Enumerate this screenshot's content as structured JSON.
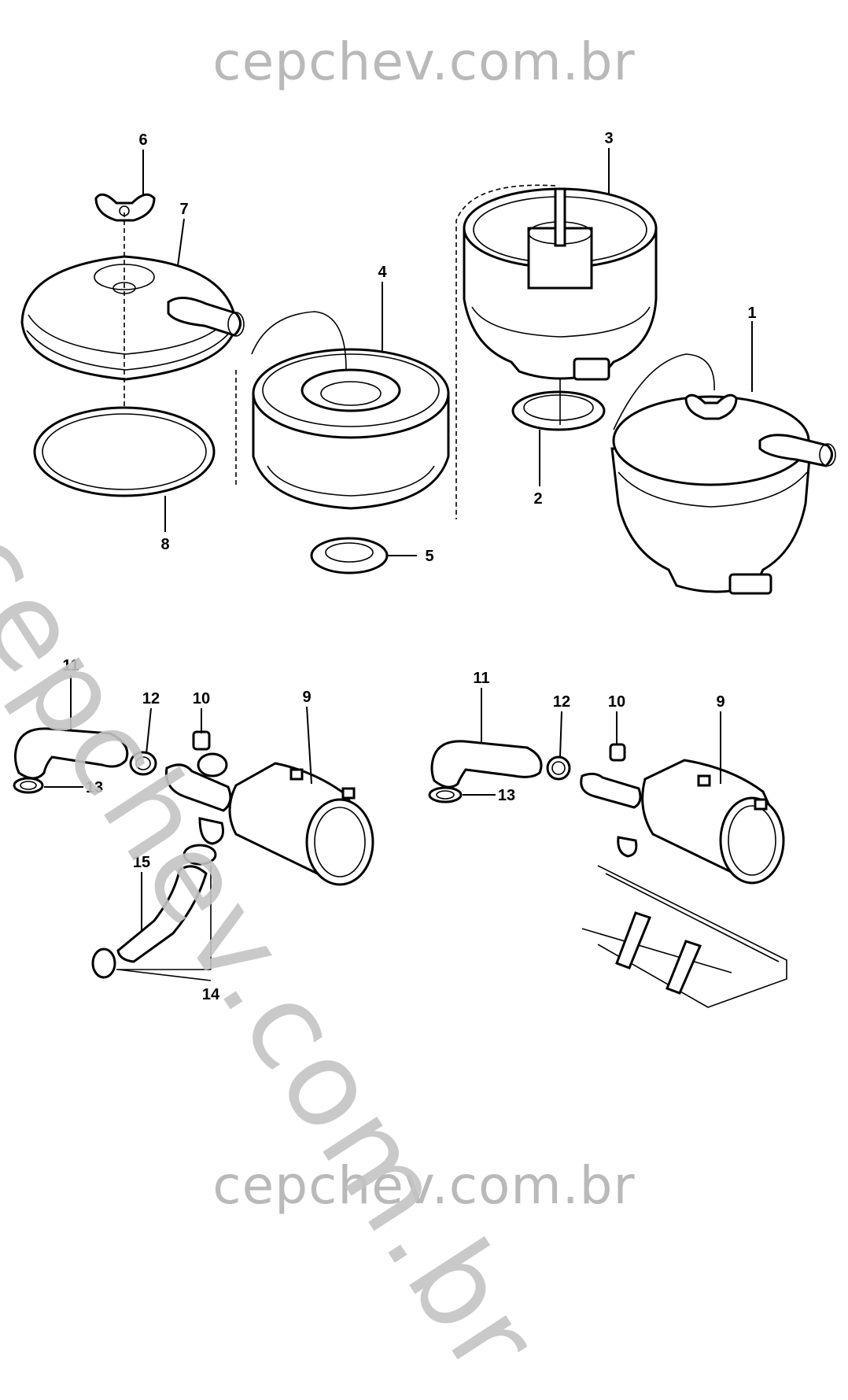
{
  "watermark": {
    "top": "cepchev.com.br",
    "bottom": "cepchev.com.br",
    "diagonal": "cepchev.com.br"
  },
  "callouts": {
    "p1": "1",
    "p2": "2",
    "p3": "3",
    "p4": "4",
    "p5": "5",
    "p6": "6",
    "p7": "7",
    "p8": "8",
    "l9": "9",
    "l10": "10",
    "l11": "11",
    "l12": "12",
    "l13": "13",
    "l14": "14",
    "l15": "15",
    "r9": "9",
    "r10": "10",
    "r11": "11",
    "r12": "12",
    "r13": "13"
  }
}
